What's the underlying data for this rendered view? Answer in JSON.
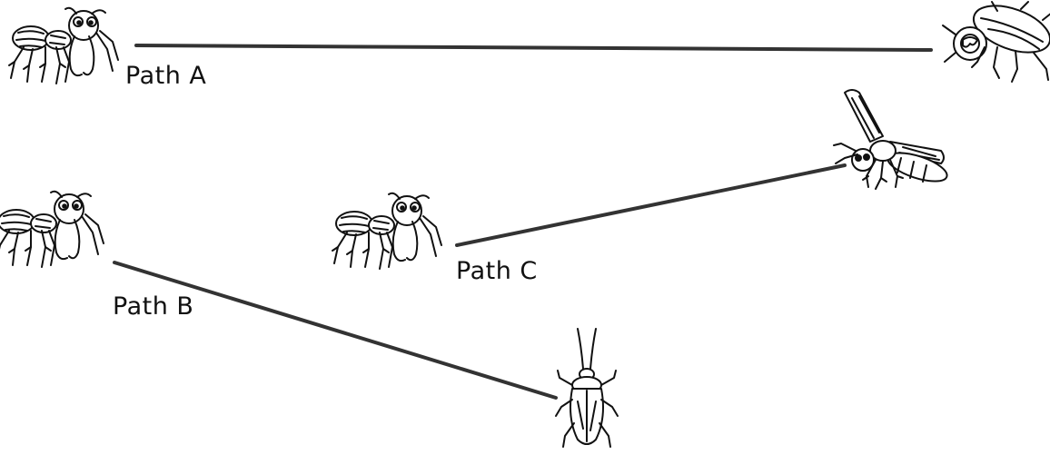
{
  "paths": [
    {
      "id": "A",
      "label": "Path A"
    },
    {
      "id": "B",
      "label": "Path B"
    },
    {
      "id": "C",
      "label": "Path C"
    }
  ],
  "creatures": [
    {
      "name": "ant",
      "count": 3
    },
    {
      "name": "beetle",
      "count": 1
    },
    {
      "name": "wasp",
      "count": 1
    },
    {
      "name": "cockroach",
      "count": 1
    }
  ],
  "colors": {
    "line": "#333333",
    "ink": "#111111",
    "background": "#ffffff"
  }
}
